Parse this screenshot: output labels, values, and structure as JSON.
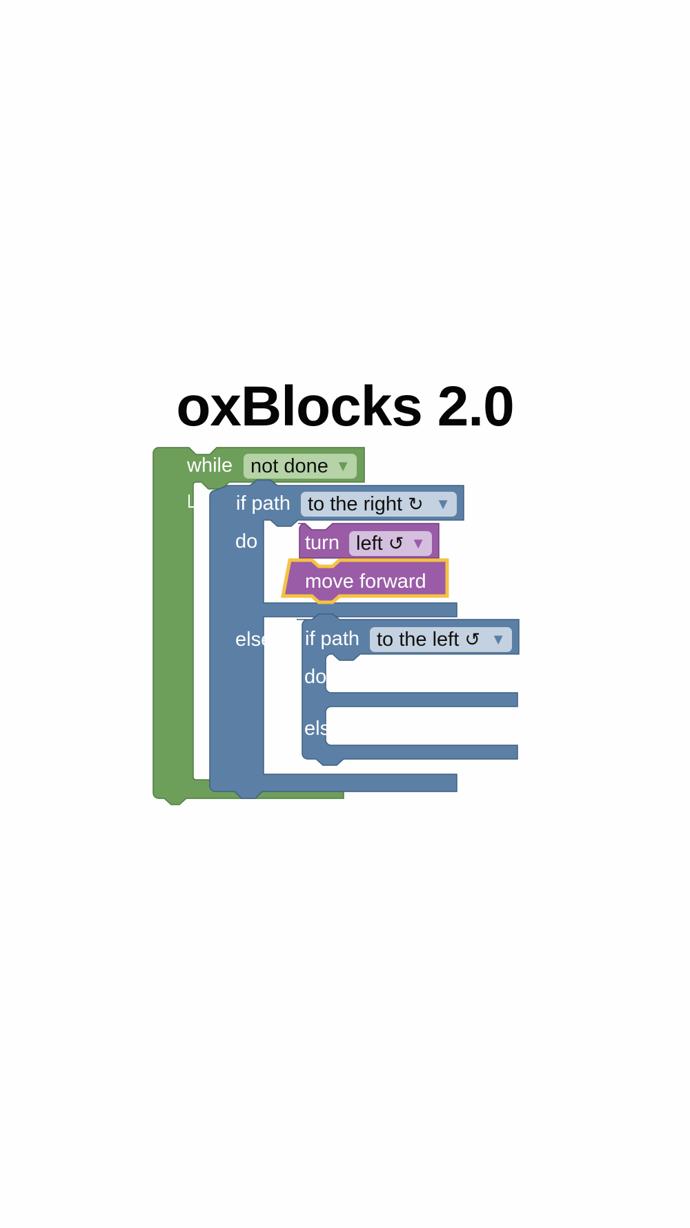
{
  "title": "oxBlocks 2.0",
  "colors": {
    "loop": "#6d9f5a",
    "logic": "#5c80a5",
    "movement": "#9a5ca6",
    "selection": "#f6c243"
  },
  "workspace": {
    "while_block": {
      "keyword": "while",
      "condition": "not done",
      "dropdown_icon": "triangle-down-icon",
      "return_icon": "return-arrow-icon"
    },
    "if_block_outer": {
      "keyword": "if path",
      "condition": "to the right",
      "condition_glyph": "↻",
      "do_label": "do",
      "else_label": "else"
    },
    "turn_block": {
      "keyword": "turn",
      "direction": "left",
      "direction_glyph": "↺"
    },
    "move_block": {
      "label": "move forward",
      "selected": true
    },
    "if_block_inner": {
      "keyword": "if path",
      "condition": "to the left",
      "condition_glyph": "↺",
      "do_label": "do",
      "else_label": "else"
    },
    "dropdown_arrow": "▼"
  }
}
